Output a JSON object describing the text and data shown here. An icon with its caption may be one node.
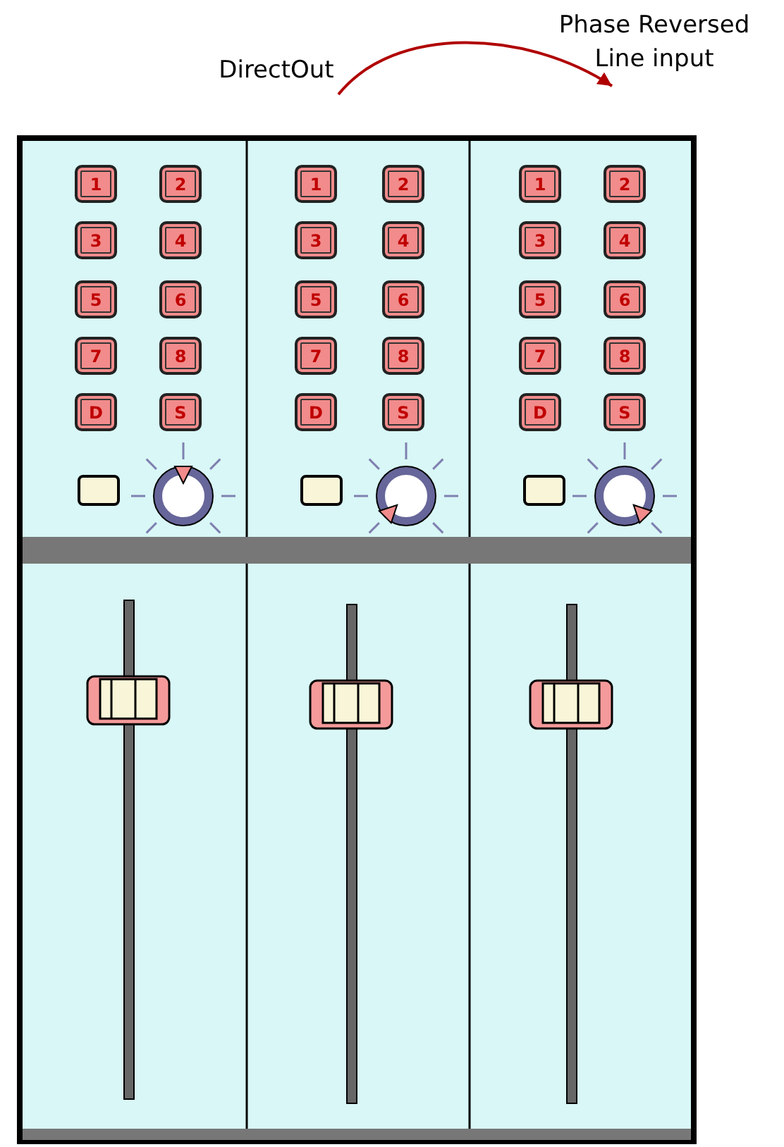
{
  "diagram": {
    "nodes": [
      {
        "text": [
          "DirectOut"
        ]
      },
      {
        "text": [
          "Phase Reversed Line input"
        ]
      },
      {
        "text": [
          "1"
        ]
      },
      {
        "text": [
          "2"
        ]
      },
      {
        "text": [
          "3"
        ]
      },
      {
        "text": [
          "4"
        ]
      },
      {
        "text": [
          "5"
        ]
      },
      {
        "text": [
          "6"
        ]
      },
      {
        "text": [
          "7"
        ]
      },
      {
        "text": [
          "8"
        ]
      },
      {
        "text": [
          "D"
        ]
      },
      {
        "text": [
          "S"
        ]
      },
      {
        "text": [
          "1"
        ]
      },
      {
        "text": [
          "2"
        ]
      },
      {
        "text": [
          "3"
        ]
      },
      {
        "text": [
          "4"
        ]
      },
      {
        "text": [
          "5"
        ]
      },
      {
        "text": [
          "6"
        ]
      },
      {
        "text": [
          "7"
        ]
      },
      {
        "text": [
          "8"
        ]
      },
      {
        "text": [
          "D"
        ]
      },
      {
        "text": [
          "S"
        ]
      },
      {
        "text": [
          "1"
        ]
      },
      {
        "text": [
          "2"
        ]
      },
      {
        "text": [
          "3"
        ]
      },
      {
        "text": [
          "4"
        ]
      },
      {
        "text": [
          "5"
        ]
      },
      {
        "text": [
          "6"
        ]
      },
      {
        "text": [
          "7"
        ]
      },
      {
        "text": [
          "8"
        ]
      },
      {
        "text": [
          "D"
        ]
      },
      {
        "text": [
          "S"
        ]
      }
    ],
    "edges": [
      {
        "from": 0,
        "to": 1,
        "arrow": "to"
      }
    ]
  }
}
